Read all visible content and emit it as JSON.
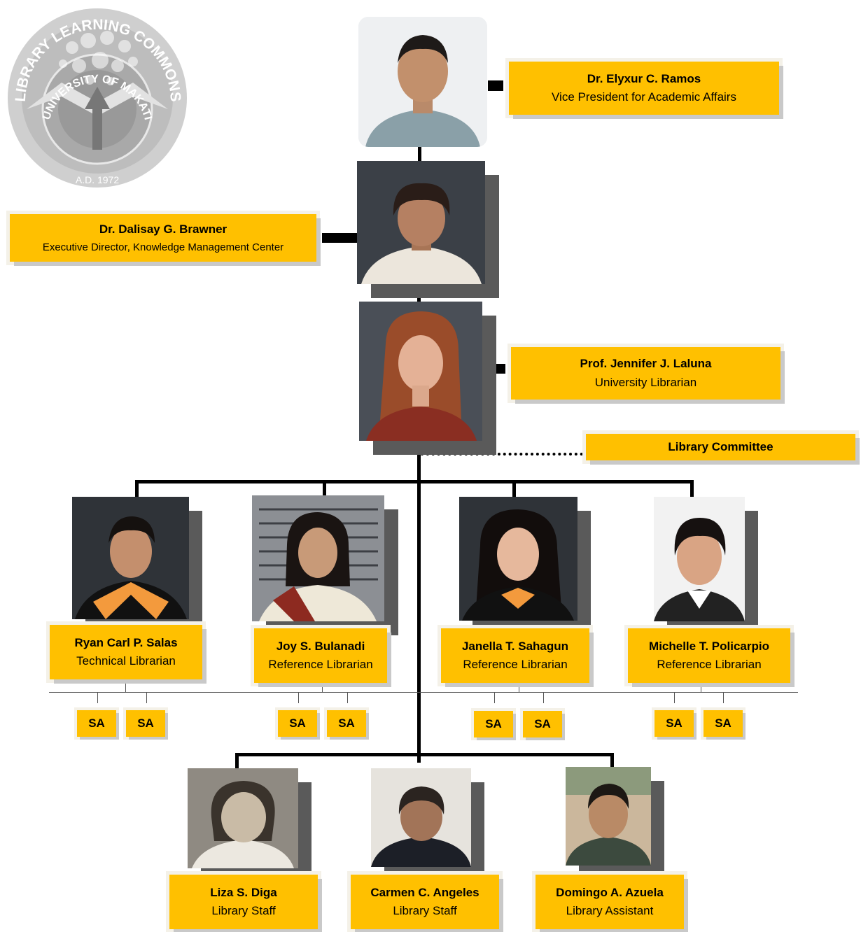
{
  "logo": {
    "arc_top": "LIBRARY LEARNING COMMONS",
    "arc_inner": "UNIVERSITY OF MAKATI",
    "year": "A.D. 1972"
  },
  "vp": {
    "name": "Dr. Elyxur C. Ramos",
    "role": "Vice President for Academic Affairs"
  },
  "exec": {
    "name": "Dr. Dalisay G. Brawner",
    "role": "Executive Director, Knowledge Management Center"
  },
  "ul": {
    "name": "Prof. Jennifer J. Laluna",
    "role": "University Librarian"
  },
  "committee": {
    "name": "Library Committee"
  },
  "librarians": [
    {
      "name": "Ryan Carl P. Salas",
      "role": "Technical Librarian"
    },
    {
      "name": "Joy S. Bulanadi",
      "role": "Reference Librarian"
    },
    {
      "name": "Janella T. Sahagun",
      "role": "Reference Librarian"
    },
    {
      "name": "Michelle T. Policarpio",
      "role": "Reference Librarian"
    }
  ],
  "sa_label": "SA",
  "staff": [
    {
      "name": "Liza S. Diga",
      "role": "Library Staff"
    },
    {
      "name": "Carmen C. Angeles",
      "role": "Library Staff"
    },
    {
      "name": "Domingo A. Azuela",
      "role": "Library Assistant"
    }
  ],
  "colors": {
    "label_fill": "#ffc000",
    "connector": "#000000",
    "photo_shadow": "#5a5a5a"
  }
}
